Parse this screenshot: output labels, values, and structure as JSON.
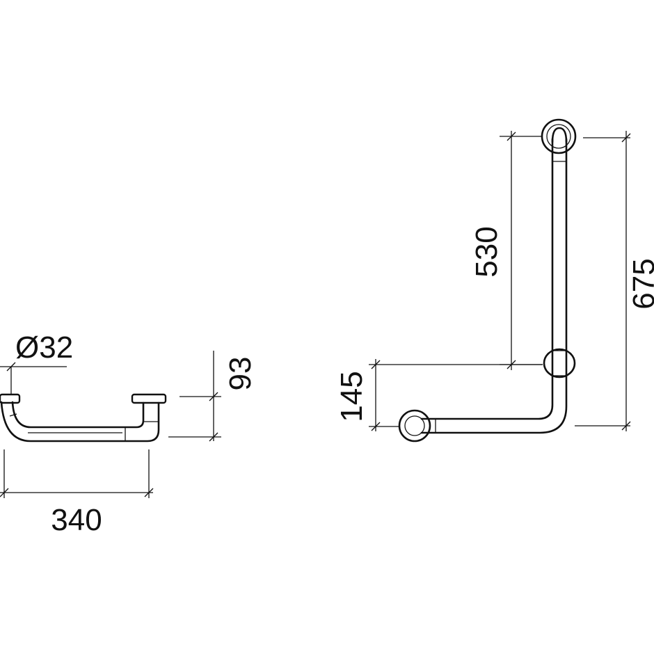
{
  "drawing": {
    "line_color": "#111111",
    "background": "#ffffff",
    "dimensions": {
      "diameter": "Ø32",
      "height_top_view": "93",
      "width_top_view": "340",
      "upper_segment": "530",
      "lower_offset": "145",
      "total_height": "675"
    }
  }
}
